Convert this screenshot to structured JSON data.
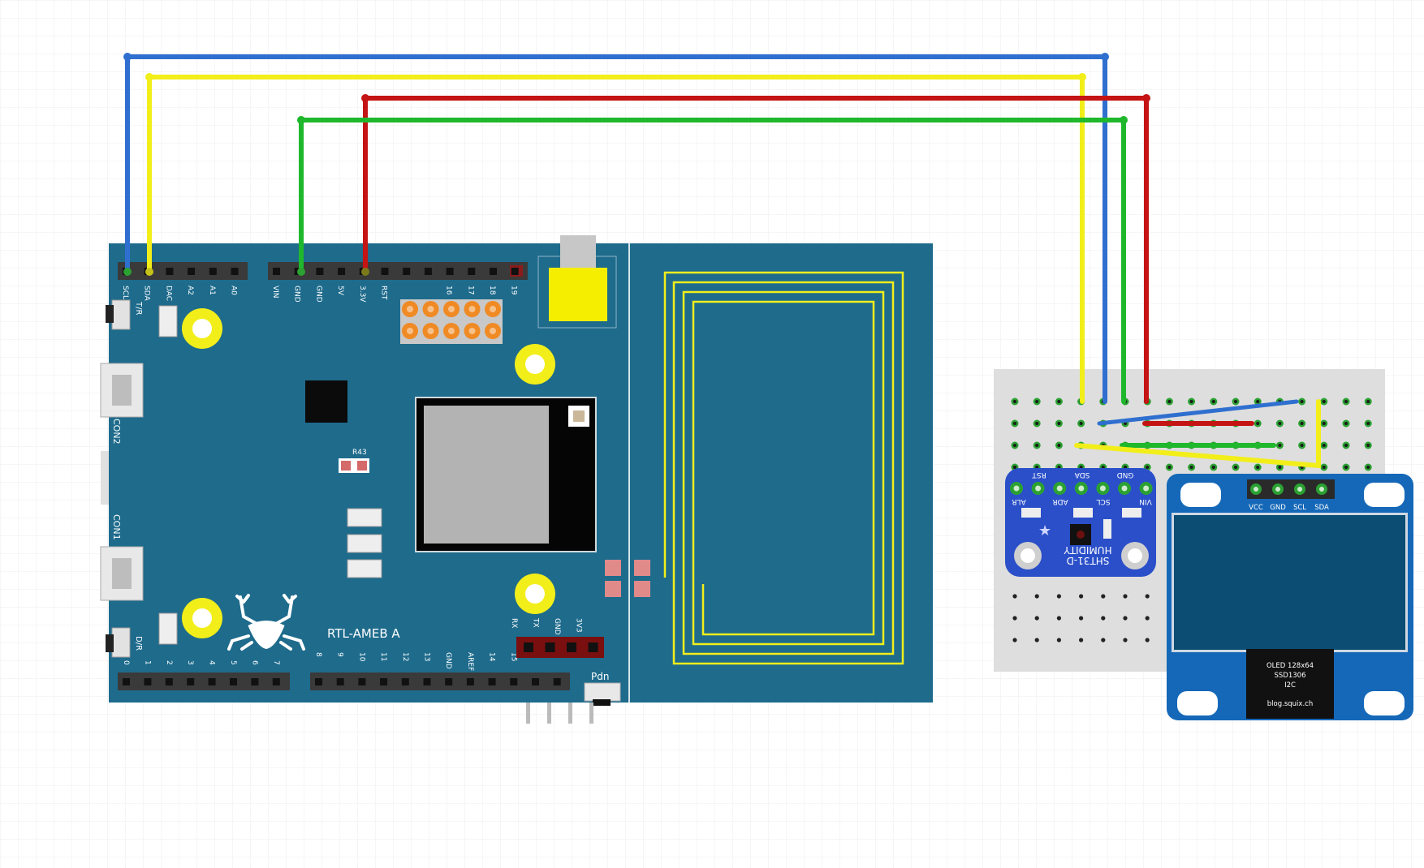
{
  "board": {
    "name": "RTL-AMEB A",
    "top_left_pins": [
      "SCL",
      "SDA",
      "DAC",
      "A2",
      "A1",
      "A0"
    ],
    "top_right_pins": [
      "VIN",
      "GND",
      "GND",
      "5V",
      "3.3V",
      "RST",
      "",
      "",
      "16",
      "17",
      "18",
      "19"
    ],
    "bottom_left_pins": [
      "0",
      "1",
      "2",
      "3",
      "4",
      "5",
      "6",
      "7"
    ],
    "bottom_right_pins": [
      "8",
      "9",
      "10",
      "11",
      "12",
      "13",
      "GND",
      "AREF",
      "14",
      "15"
    ],
    "side_labels": [
      "CON2",
      "CON1"
    ],
    "switch_top": "T/R",
    "switch_bottom": "D/R",
    "resistor_label": "R43",
    "serial_header": [
      "RX",
      "TX",
      "GND",
      "3V3"
    ],
    "pdn_label": "Pdn"
  },
  "sensor": {
    "top_labels": [
      "RST",
      "SDA",
      "GND"
    ],
    "row_labels": [
      "ALR",
      "ADR",
      "SCL",
      "VIN"
    ],
    "name_line1": "SHT31-D",
    "name_line2": "HUMIDITY"
  },
  "oled": {
    "pins": [
      "VCC",
      "GND",
      "SCL",
      "SDA"
    ],
    "chip_line1": "OLED 128x64",
    "chip_line2": "SSD1306",
    "chip_line3": "I2C",
    "chip_line4": "blog.squix.ch"
  },
  "wires": [
    {
      "name": "wire-blue",
      "color": "#2f6fcf"
    },
    {
      "name": "wire-yellow",
      "color": "#f2ee1a"
    },
    {
      "name": "wire-red",
      "color": "#c41414"
    },
    {
      "name": "wire-green",
      "color": "#1fb82c"
    }
  ],
  "colors": {
    "board": "#1e6b8c",
    "breadboard": "#dedede",
    "sensor": "#2a4fc9",
    "oled": "#1568b8",
    "hole": "#2ba132"
  }
}
